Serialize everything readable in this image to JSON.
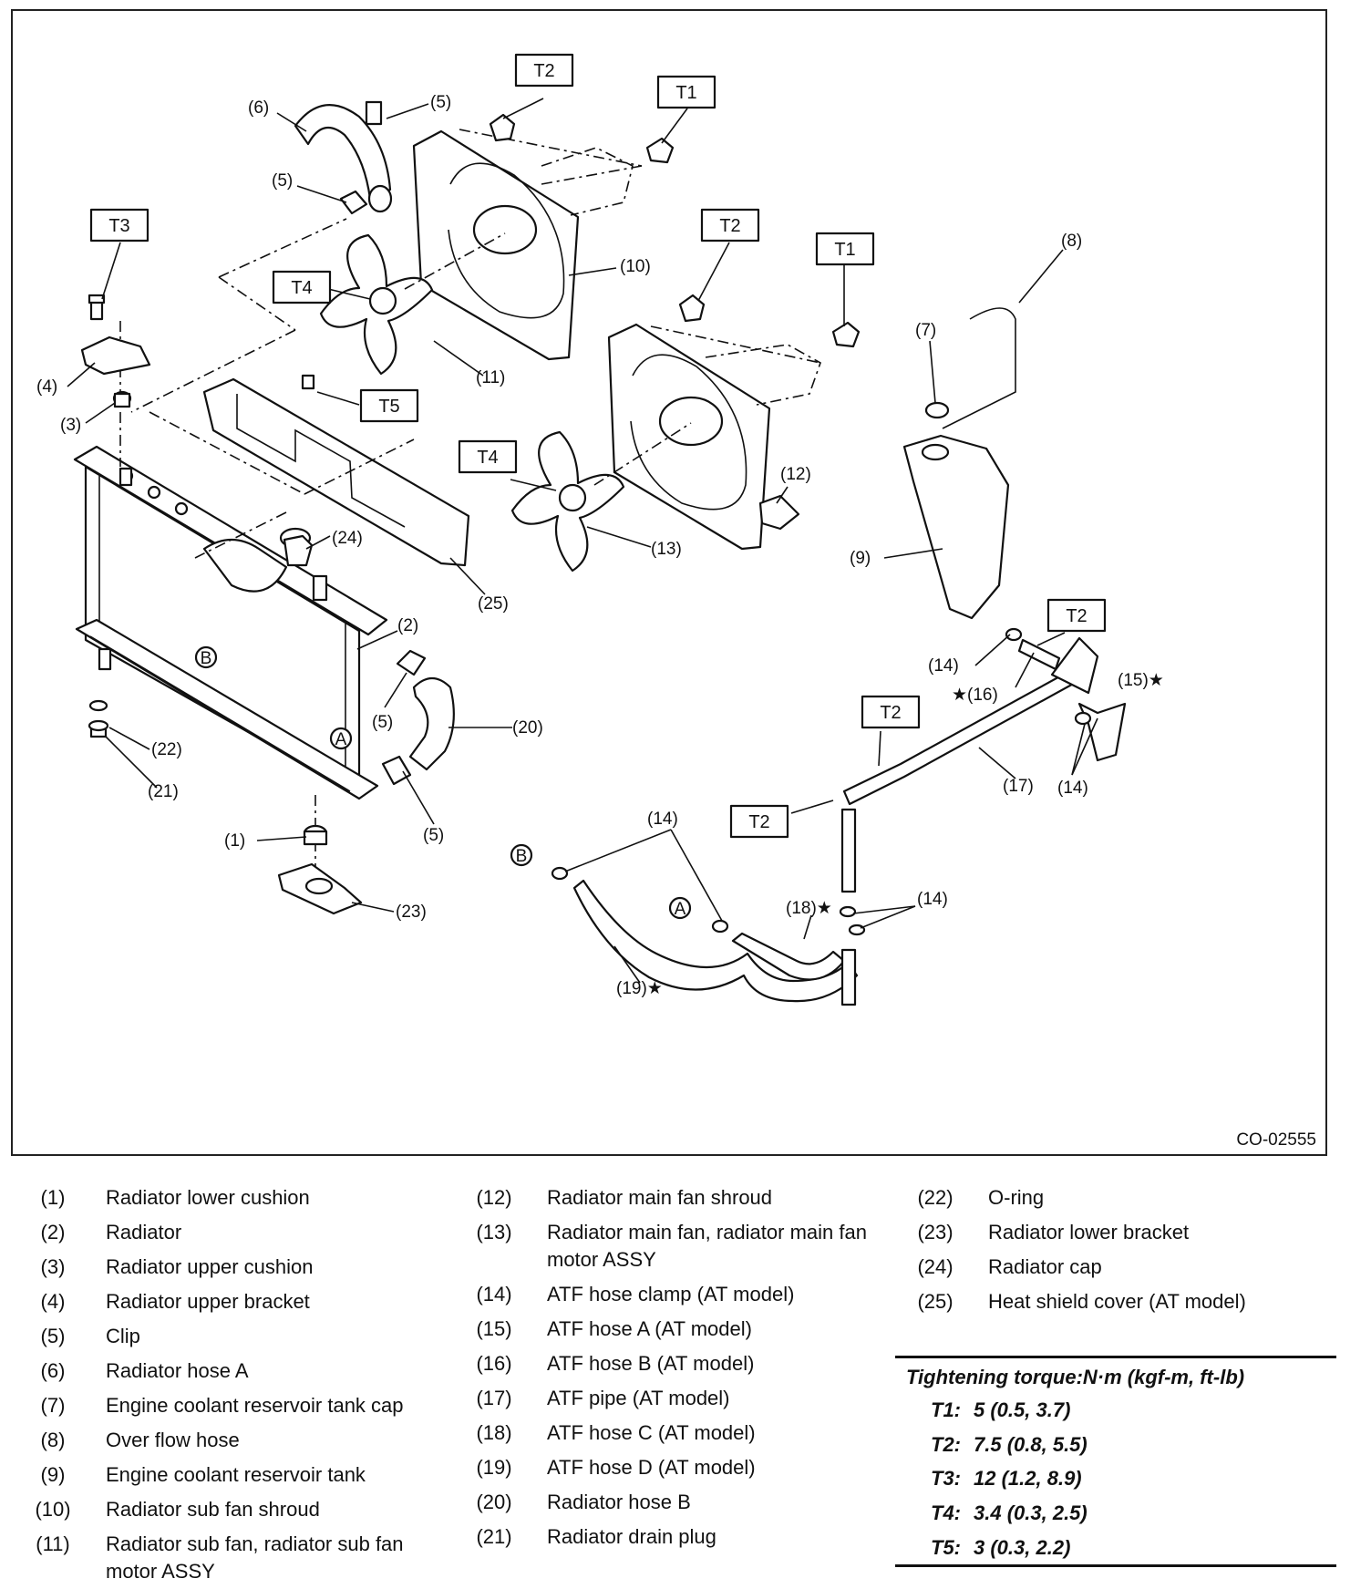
{
  "figure_code": "CO-02555",
  "callouts": {
    "c1": "(1)",
    "c2": "(2)",
    "c3": "(3)",
    "c4": "(4)",
    "c5a": "(5)",
    "c5b": "(5)",
    "c5c": "(5)",
    "c5d": "(5)",
    "c6": "(6)",
    "c7": "(7)",
    "c8": "(8)",
    "c9": "(9)",
    "c10": "(10)",
    "c11": "(11)",
    "c12": "(12)",
    "c13": "(13)",
    "c14a": "(14)",
    "c14b": "(14)",
    "c14c": "(14)",
    "c14d": "(14)",
    "c15": "(15)★",
    "c16": "★(16)",
    "c17": "(17)",
    "c18": "(18)★",
    "c19": "(19)★",
    "c20": "(20)",
    "c21": "(21)",
    "c22": "(22)",
    "c23": "(23)",
    "c24": "(24)",
    "c25": "(25)",
    "markA1": "A",
    "markA2": "A",
    "markB1": "B",
    "markB2": "B"
  },
  "torque_tags": {
    "t1a": "T1",
    "t1b": "T1",
    "t2a": "T2",
    "t2b": "T2",
    "t2c": "T2",
    "t2d": "T2",
    "t2e": "T2",
    "t3": "T3",
    "t4a": "T4",
    "t4b": "T4",
    "t5": "T5"
  },
  "legend": [
    {
      "num": "(1)",
      "text": "Radiator lower cushion"
    },
    {
      "num": "(2)",
      "text": "Radiator"
    },
    {
      "num": "(3)",
      "text": "Radiator upper cushion"
    },
    {
      "num": "(4)",
      "text": "Radiator upper bracket"
    },
    {
      "num": "(5)",
      "text": "Clip"
    },
    {
      "num": "(6)",
      "text": "Radiator hose A"
    },
    {
      "num": "(7)",
      "text": "Engine coolant reservoir tank cap"
    },
    {
      "num": "(8)",
      "text": "Over flow hose"
    },
    {
      "num": "(9)",
      "text": "Engine coolant reservoir tank"
    },
    {
      "num": "(10)",
      "text": "Radiator sub fan shroud"
    },
    {
      "num": "(11)",
      "text": "Radiator sub fan, radiator sub fan motor ASSY"
    },
    {
      "num": "(12)",
      "text": "Radiator main fan shroud"
    },
    {
      "num": "(13)",
      "text": "Radiator main fan, radiator main fan motor ASSY"
    },
    {
      "num": "(14)",
      "text": "ATF hose clamp (AT model)"
    },
    {
      "num": "(15)",
      "text": "ATF hose A (AT model)"
    },
    {
      "num": "(16)",
      "text": "ATF hose B (AT model)"
    },
    {
      "num": "(17)",
      "text": "ATF pipe (AT model)"
    },
    {
      "num": "(18)",
      "text": "ATF hose C (AT model)"
    },
    {
      "num": "(19)",
      "text": "ATF hose D (AT model)"
    },
    {
      "num": "(20)",
      "text": "Radiator hose B"
    },
    {
      "num": "(21)",
      "text": "Radiator drain plug"
    },
    {
      "num": "(22)",
      "text": "O-ring"
    },
    {
      "num": "(23)",
      "text": "Radiator lower bracket"
    },
    {
      "num": "(24)",
      "text": "Radiator cap"
    },
    {
      "num": "(25)",
      "text": "Heat shield cover (AT model)"
    }
  ],
  "torque": {
    "title": "Tightening torque:N·m (kgf-m, ft-lb)",
    "rows": [
      {
        "key": "T1:",
        "value": "5 (0.5, 3.7)"
      },
      {
        "key": "T2:",
        "value": "7.5 (0.8, 5.5)"
      },
      {
        "key": "T3:",
        "value": "12 (1.2, 8.9)"
      },
      {
        "key": "T4:",
        "value": "3.4 (0.3, 2.5)"
      },
      {
        "key": "T5:",
        "value": "3 (0.3, 2.2)"
      }
    ]
  }
}
